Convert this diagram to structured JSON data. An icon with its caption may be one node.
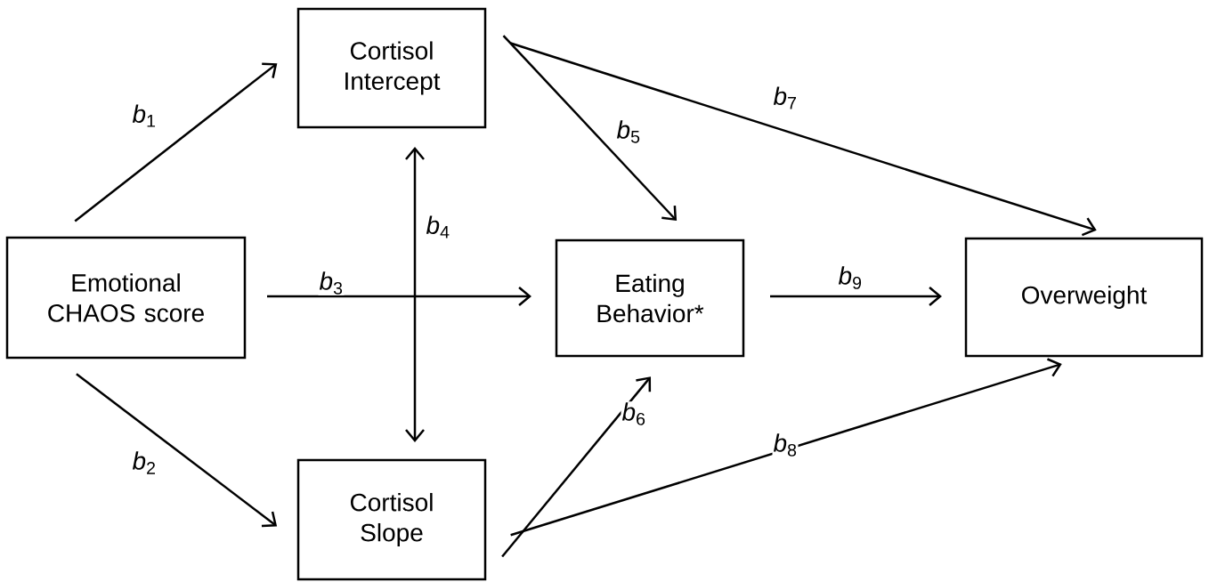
{
  "diagram": {
    "nodes": [
      {
        "text": [
          "Cortisol Intercept"
        ]
      },
      {
        "text": [
          "Emotional CHAOS score"
        ]
      },
      {
        "text": [
          "Eating Behavior*"
        ]
      },
      {
        "text": [
          "Overweight"
        ]
      },
      {
        "text": [
          "Cortisol Slope"
        ]
      }
    ],
    "edges": [
      {
        "from": 1,
        "to": 0,
        "arrow": "to",
        "label": "*b*$_{1}$"
      },
      {
        "from": 1,
        "to": 4,
        "arrow": "to",
        "label": "*b*$_{2}$"
      },
      {
        "from": 1,
        "to": 2,
        "arrow": "to",
        "label": "*b*$_{3}$"
      },
      {
        "from": 0,
        "to": 4,
        "arrow": "both",
        "label": "*b*$_{4}$"
      },
      {
        "from": 0,
        "to": 2,
        "arrow": "to",
        "label": "*b*$_{5}$"
      },
      {
        "from": 4,
        "to": 2,
        "arrow": "to",
        "label": "*b*$_{6}$"
      },
      {
        "from": 0,
        "to": 3,
        "arrow": "to",
        "label": "*b*$_{7}$"
      },
      {
        "from": 4,
        "to": 3,
        "arrow": "to",
        "label": "*b*$_{8}$"
      },
      {
        "from": 2,
        "to": 3,
        "arrow": "to",
        "label": "*b*$_{9}$"
      }
    ]
  }
}
